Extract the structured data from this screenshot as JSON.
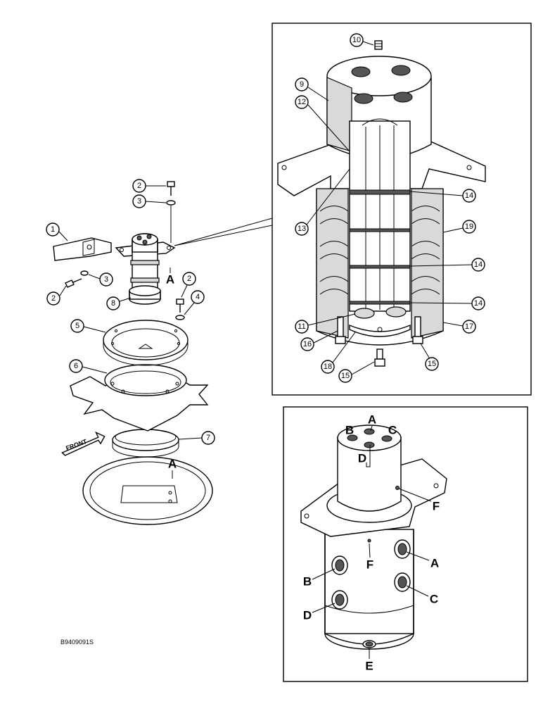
{
  "callouts": {
    "c1": "1",
    "c2a": "2",
    "c2b": "2",
    "c2c": "2",
    "c3a": "3",
    "c3b": "3",
    "c4": "4",
    "c5": "5",
    "c6": "6",
    "c7": "7",
    "c8": "8",
    "c9": "9",
    "c10": "10",
    "c11": "11",
    "c12": "12",
    "c13": "13",
    "c14a": "14",
    "c14b": "14",
    "c14c": "14",
    "c15a": "15",
    "c15b": "15",
    "c16": "16",
    "c17": "17",
    "c18": "18",
    "c19": "19"
  },
  "ports": {
    "a_mount": "A",
    "a_base": "A",
    "a_top": "A",
    "b_top": "B",
    "c_top": "C",
    "d_top": "D",
    "f_top": "F",
    "f_mid": "F",
    "a_side": "A",
    "b_side": "B",
    "c_side": "C",
    "d_side": "D",
    "e_bottom": "E"
  },
  "front_label": "FRONT",
  "doc_id": "B9409091S"
}
